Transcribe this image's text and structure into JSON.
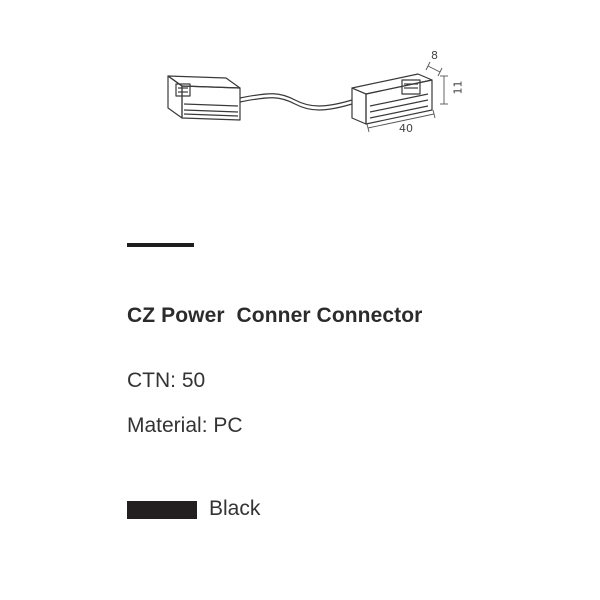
{
  "product": {
    "name": "CZ Power  Conner Connector",
    "ctn_text": "CTN: 50",
    "material_text": "Material: PC"
  },
  "drawing": {
    "dimensions": {
      "depth": "8",
      "height": "11",
      "length": "40"
    }
  },
  "color": {
    "name": "Black",
    "swatch_hex": "#231f20"
  }
}
